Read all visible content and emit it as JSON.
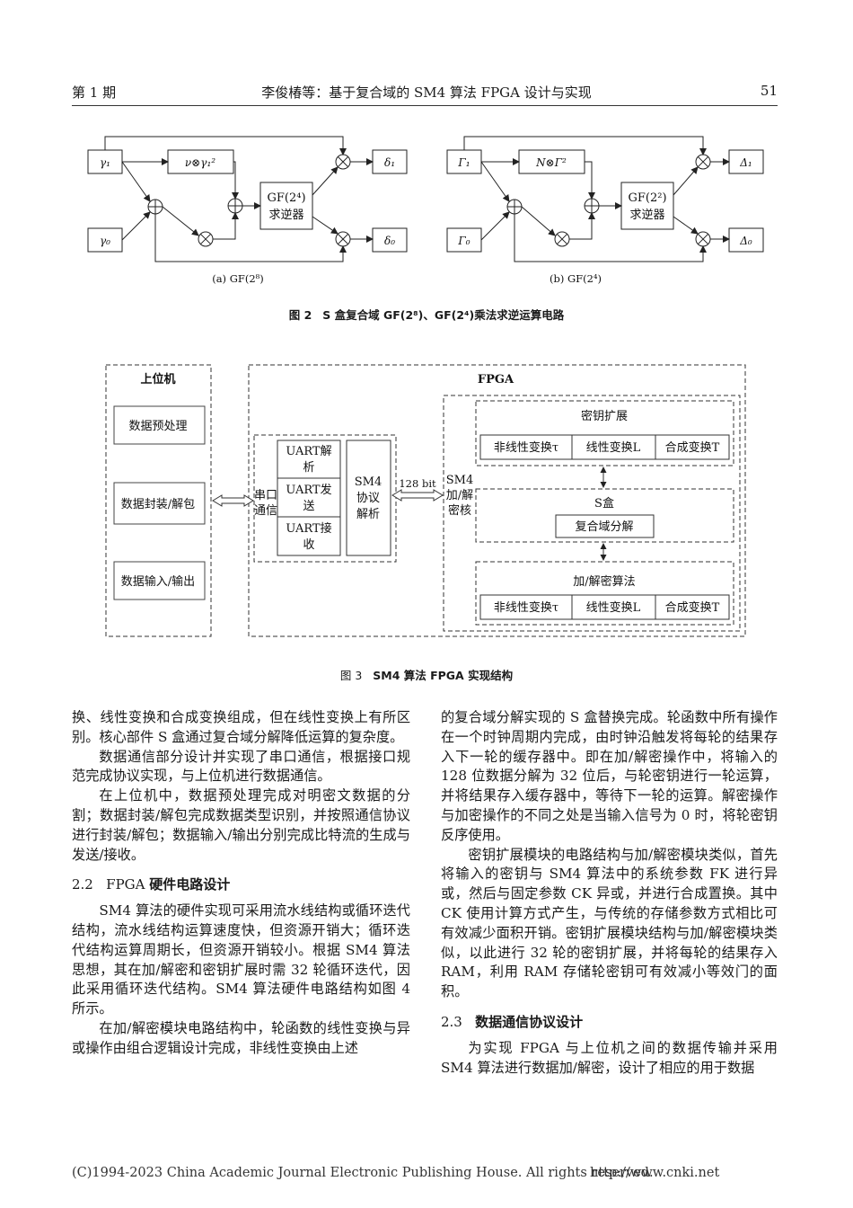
{
  "header": {
    "left": "第 1 期",
    "center": "李俊椿等：基于复合域的 SM4 算法 FPGA 设计与实现",
    "right": "51"
  },
  "fig2": {
    "a": {
      "in1": "γ₁",
      "in0": "γ₀",
      "mul_box": "ν⊗γ₁²",
      "inv1": "GF(2⁴)",
      "inv2": "求逆器",
      "out1": "δ₁",
      "out0": "δ₀",
      "label": "(a) GF(2⁸)"
    },
    "b": {
      "in1": "Γ₁",
      "in0": "Γ₀",
      "mul_box": "N⊗Γ²",
      "inv1": "GF(2²)",
      "inv2": "求逆器",
      "out1": "Δ₁",
      "out0": "Δ₀",
      "label": "(b) GF(2⁴)"
    },
    "caption_num": "图 2",
    "caption_text": "S 盒复合域 GF(2⁸)、GF(2⁴)乘法求逆运算电路"
  },
  "fig3": {
    "host_title": "上位机",
    "host_items": [
      "数据预处理",
      "数据封装/解包",
      "数据输入/输出"
    ],
    "fpga_title": "FPGA",
    "serial": [
      "串口",
      "通信"
    ],
    "uart": [
      [
        "UART解",
        "析"
      ],
      [
        "UART发",
        "送"
      ],
      [
        "UART接",
        "收"
      ]
    ],
    "proto": [
      "SM4",
      "协议",
      "解析"
    ],
    "bus": "128 bit",
    "core": [
      "SM4",
      "加/解",
      "密核"
    ],
    "key_title": "密钥扩展",
    "sbox_title": "S盒",
    "sbox_sub": "复合域分解",
    "enc_title": "加/解密算法",
    "transforms": [
      "非线性变换τ",
      "线性变换L",
      "合成变换T"
    ],
    "caption_num": "图 3",
    "caption_text": "SM4 算法 FPGA 实现结构"
  },
  "left_col": {
    "p1": "换、线性变换和合成变换组成，但在线性变换上有所区别。核心部件 S 盒通过复合域分解降低运算的复杂度。",
    "p2": "数据通信部分设计并实现了串口通信，根据接口规范完成协议实现，与上位机进行数据通信。",
    "p3": "在上位机中，数据预处理完成对明密文数据的分割；数据封装/解包完成数据类型识别，并按照通信协议进行封装/解包；数据输入/输出分别完成比特流的生成与发送/接收。",
    "sec_num": "2.2",
    "sec_prefix": "FPGA",
    "sec_title": "硬件电路设计",
    "p4": "SM4 算法的硬件实现可采用流水线结构或循环迭代结构，流水线结构运算速度快，但资源开销大；循环迭代结构运算周期长，但资源开销较小。根据 SM4 算法思想，其在加/解密和密钥扩展时需 32 轮循环迭代，因此采用循环迭代结构。SM4 算法硬件电路结构如图 4 所示。",
    "p5": "在加/解密模块电路结构中，轮函数的线性变换与异或操作由组合逻辑设计完成，非线性变换由上述"
  },
  "right_col": {
    "p1": "的复合域分解实现的 S 盒替换完成。轮函数中所有操作在一个时钟周期内完成，由时钟沿触发将每轮的结果存入下一轮的缓存器中。即在加/解密操作中，将输入的 128 位数据分解为 32 位后，与轮密钥进行一轮运算，并将结果存入缓存器中，等待下一轮的运算。解密操作与加密操作的不同之处是当输入信号为 0 时，将轮密钥反序使用。",
    "p2": "密钥扩展模块的电路结构与加/解密模块类似，首先将输入的密钥与 SM4 算法中的系统参数 FK 进行异或，然后与固定参数 CK 异或，并进行合成置换。其中 CK 使用计算方式产生，与传统的存储参数方式相比可有效减少面积开销。密钥扩展模块结构与加/解密模块类似，以此进行 32 轮的密钥扩展，并将每轮的结果存入 RAM，利用 RAM 存储轮密钥可有效减小等效门的面积。",
    "sec_num": "2.3",
    "sec_title": "数据通信协议设计",
    "p3": "为实现 FPGA 与上位机之间的数据传输并采用 SM4 算法进行数据加/解密，设计了相应的用于数据"
  },
  "footer": {
    "left": "(C)1994-2023 China Academic Journal Electronic Publishing House. All rights reserved.",
    "right": "http://www.cnki.net"
  }
}
